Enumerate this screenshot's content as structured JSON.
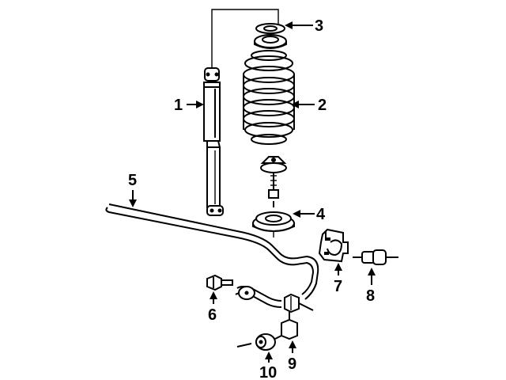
{
  "diagram": {
    "callouts": [
      {
        "id": "1",
        "part": "shock-absorber"
      },
      {
        "id": "2",
        "part": "coil-spring"
      },
      {
        "id": "3",
        "part": "upper-spring-insulator"
      },
      {
        "id": "4",
        "part": "lower-spring-seat"
      },
      {
        "id": "5",
        "part": "stabilizer-bar"
      },
      {
        "id": "6",
        "part": "bolt"
      },
      {
        "id": "7",
        "part": "bushing-bracket"
      },
      {
        "id": "8",
        "part": "bushing"
      },
      {
        "id": "9",
        "part": "stabilizer-link"
      },
      {
        "id": "10",
        "part": "link-bushing"
      }
    ]
  }
}
